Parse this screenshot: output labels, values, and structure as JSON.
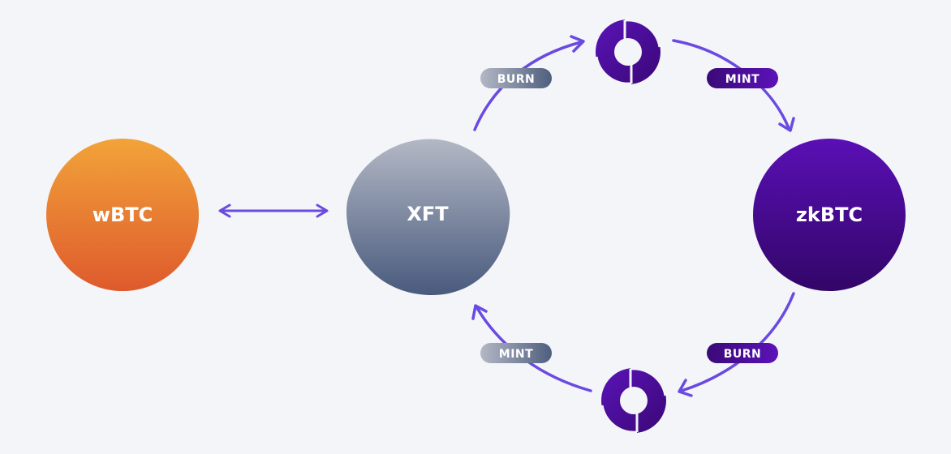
{
  "nodes": {
    "wbtc": {
      "label": "wBTC"
    },
    "xft": {
      "label": "XFT"
    },
    "zkbtc": {
      "label": "zkBTC"
    }
  },
  "pills": {
    "top_left": "BURN",
    "top_right": "MINT",
    "bottom_right": "BURN",
    "bottom_left": "MINT"
  },
  "colors": {
    "background": "#f4f5f8",
    "arrow": "#6a4ae0",
    "orange_top": "#f2a33a",
    "orange_bottom": "#de5a2c",
    "gray_top": "#b3b8c5",
    "gray_bottom": "#495a7d",
    "purple_top": "#5a0fb5",
    "purple_bottom": "#320668"
  },
  "icons": {
    "bridge_top": "bridge-ring-icon",
    "bridge_bottom": "bridge-ring-icon"
  }
}
